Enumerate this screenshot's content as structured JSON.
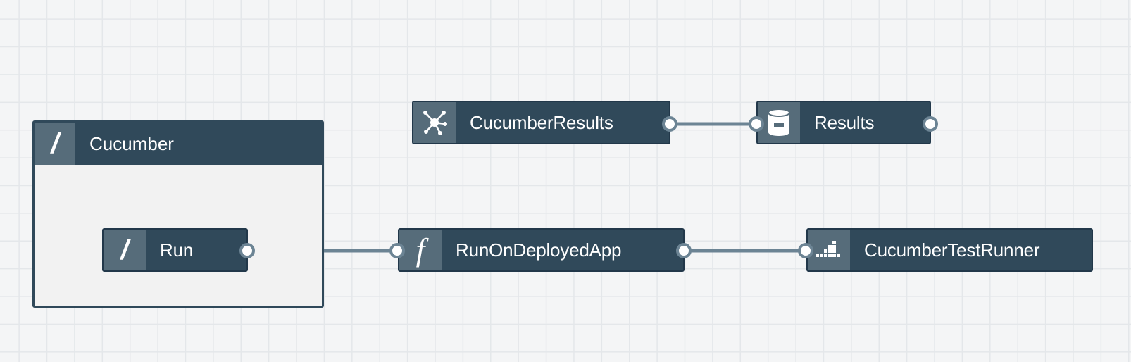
{
  "colors": {
    "node_bg": "#30495a",
    "icon_bg": "#566c7a",
    "wire": "#6c8494",
    "group_fill": "#f2f2f2",
    "canvas_bg": "#f4f5f6",
    "grid": "#e4e7ea"
  },
  "group": {
    "label": "Cucumber",
    "icon": "slash-icon"
  },
  "nodes": [
    {
      "id": "run",
      "label": "Run",
      "icon": "slash-icon"
    },
    {
      "id": "cucumber-results",
      "label": "CucumberResults",
      "icon": "network-hub-icon"
    },
    {
      "id": "results",
      "label": "Results",
      "icon": "database-icon"
    },
    {
      "id": "run-on-deployed-app",
      "label": "RunOnDeployedApp",
      "icon": "function-icon"
    },
    {
      "id": "cucumber-test-runner",
      "label": "CucumberTestRunner",
      "icon": "container-stack-icon"
    }
  ],
  "edges": [
    {
      "from": "run",
      "to": "run-on-deployed-app"
    },
    {
      "from": "run-on-deployed-app",
      "to": "cucumber-test-runner"
    },
    {
      "from": "cucumber-results",
      "to": "results"
    }
  ]
}
